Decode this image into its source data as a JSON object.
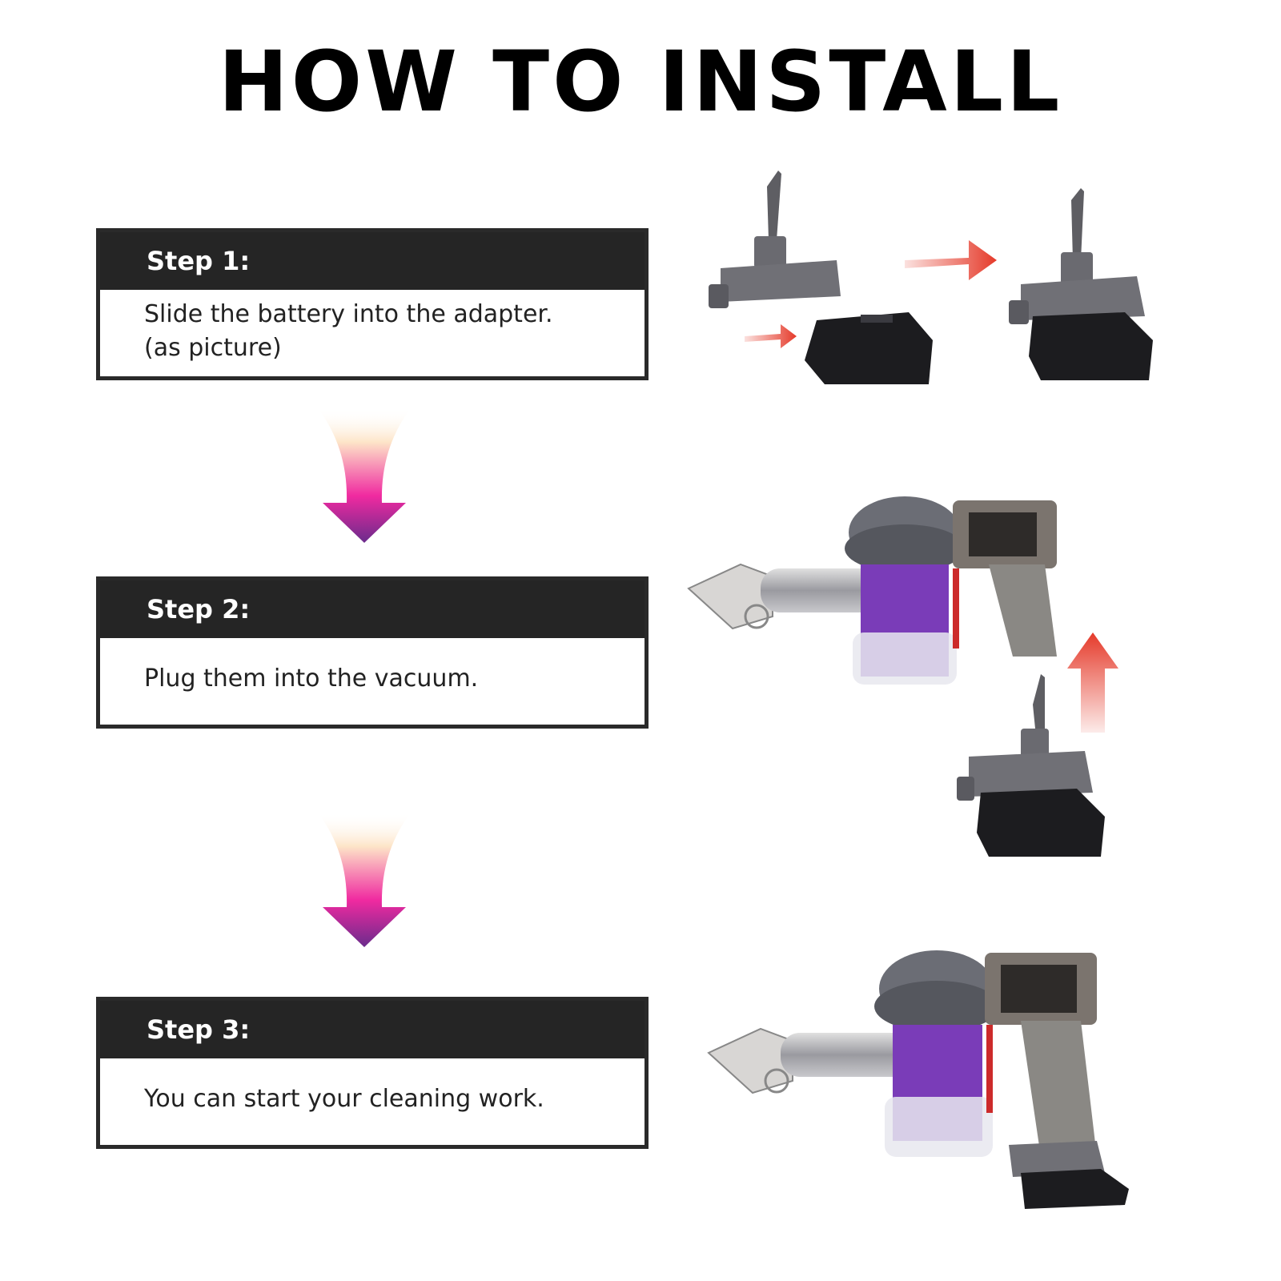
{
  "title": "HOW TO INSTALL",
  "steps": [
    {
      "heading": "Step 1:",
      "lines": [
        "Slide the battery into the adapter.",
        "(as picture)"
      ]
    },
    {
      "heading": "Step 2:",
      "lines": [
        "Plug them into the vacuum."
      ]
    },
    {
      "heading": "Step 3:",
      "lines": [
        "You can start your cleaning work."
      ]
    }
  ],
  "colors": {
    "header_bg": "#252525",
    "arrow_top": "#fde5c8",
    "arrow_mid": "#f02aa0",
    "arrow_bottom": "#6a2b8c",
    "motion_arrow": "#e53a2a",
    "vacuum_purple": "#7a3cb8",
    "adapter_gray": "#6f6f74",
    "battery_black": "#1c1c1f"
  }
}
